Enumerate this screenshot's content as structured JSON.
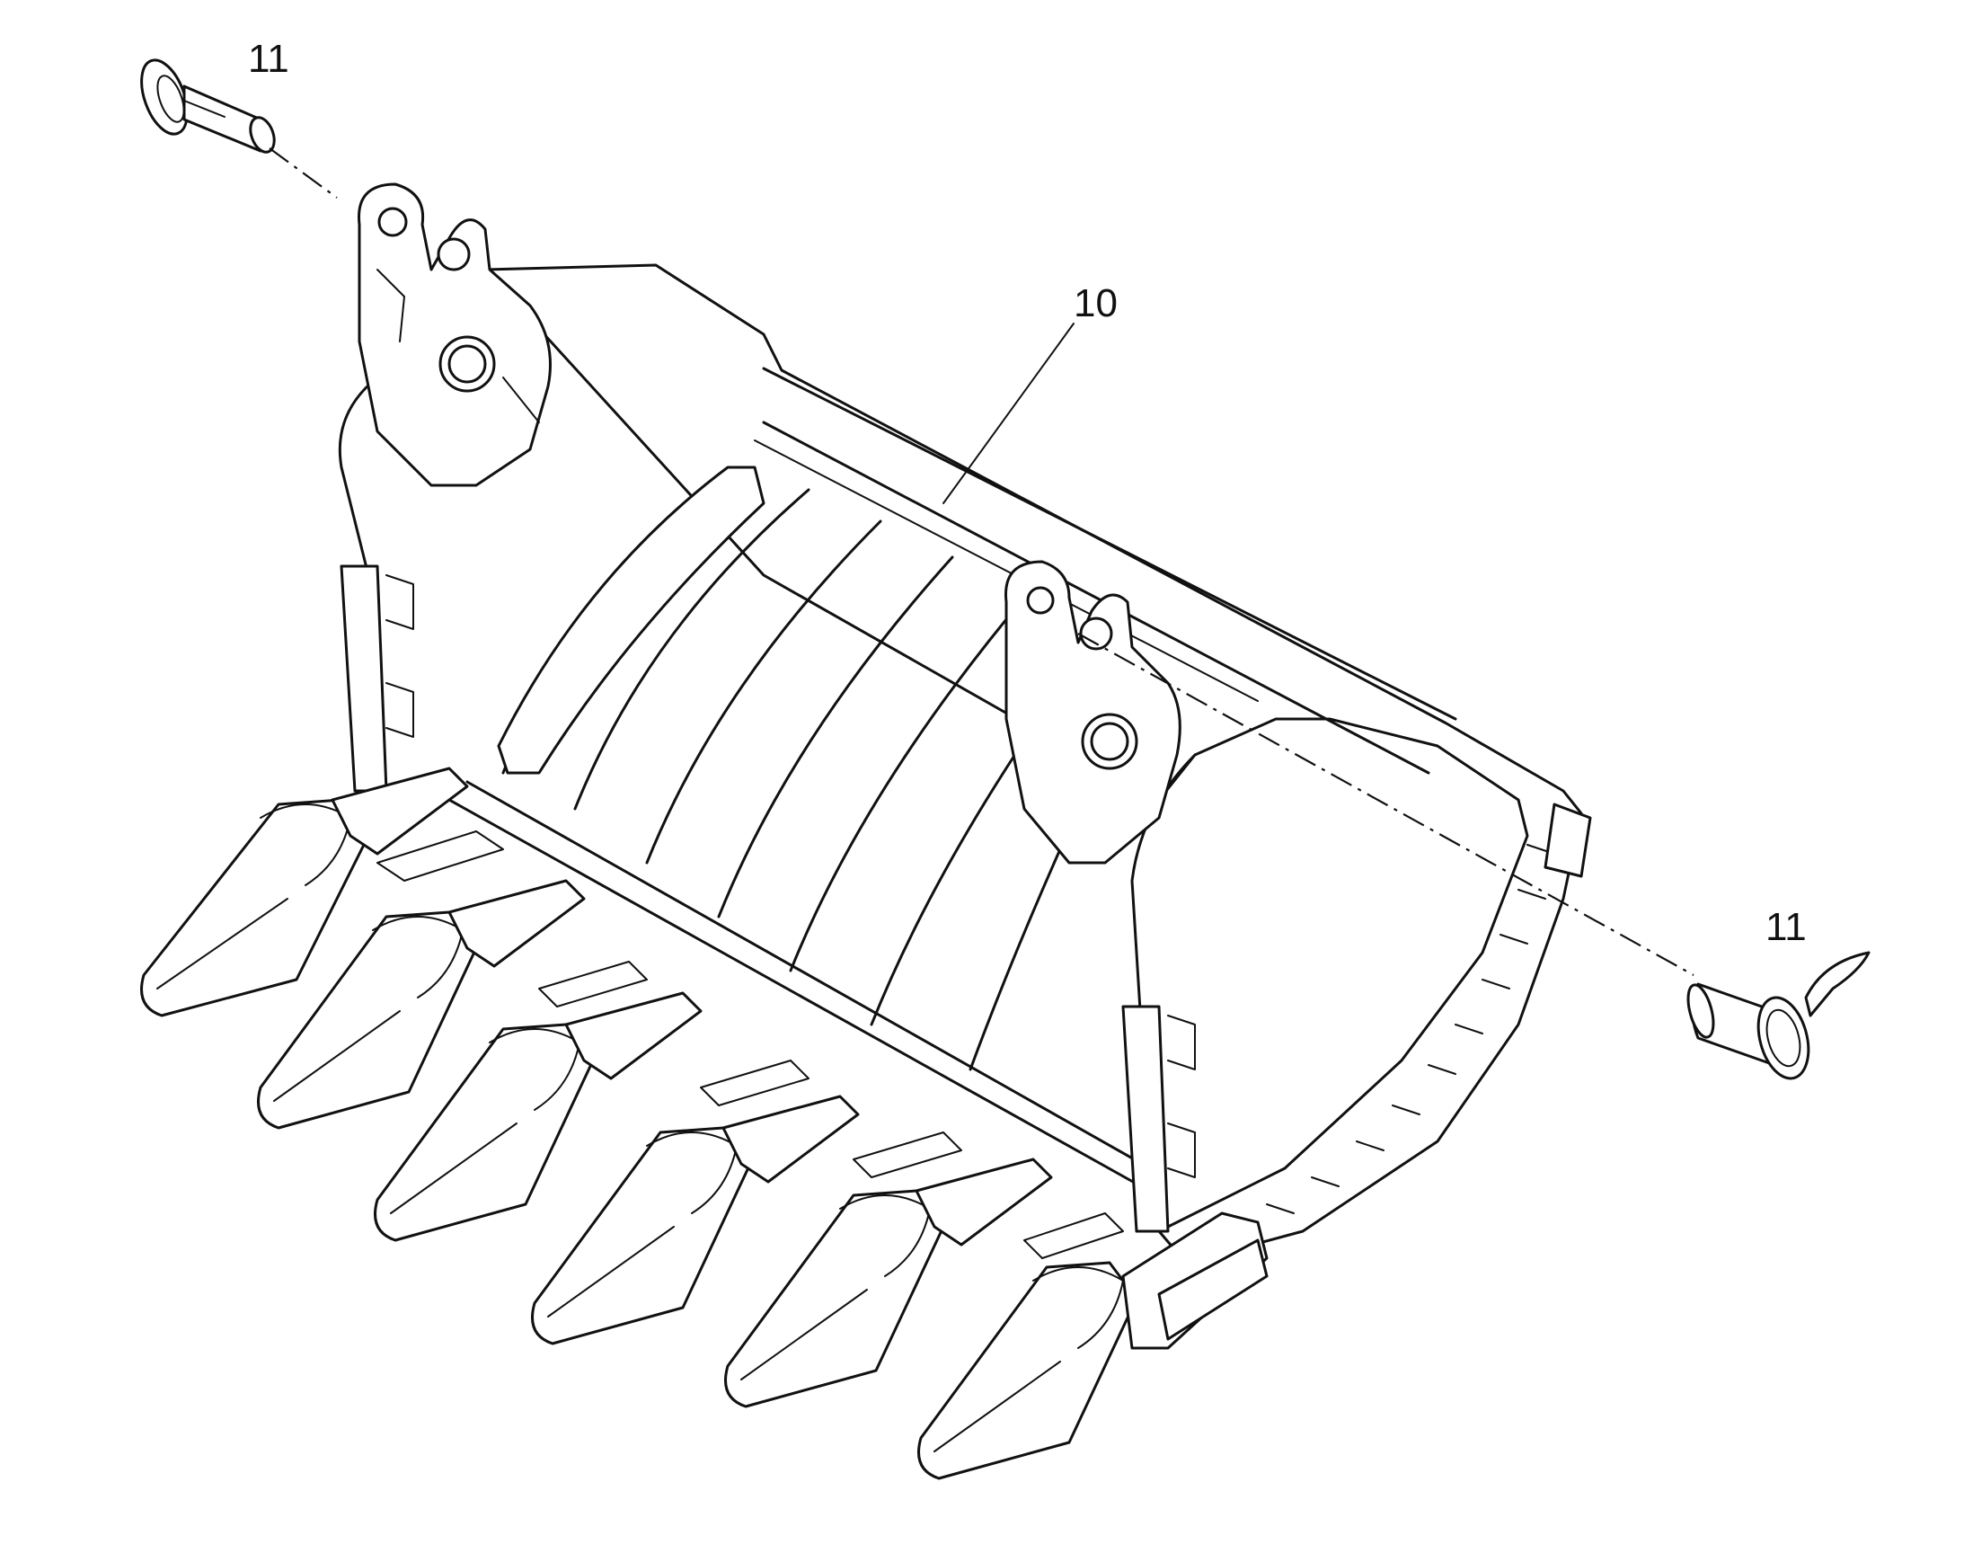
{
  "callouts": {
    "pin_top_left": "11",
    "bucket": "10",
    "pin_right": "11"
  },
  "parts": [
    {
      "ref": "10",
      "icon": "bucket-icon"
    },
    {
      "ref": "11",
      "icon": "pin-icon"
    }
  ],
  "colors": {
    "ink": "#111111",
    "paper": "#ffffff"
  }
}
